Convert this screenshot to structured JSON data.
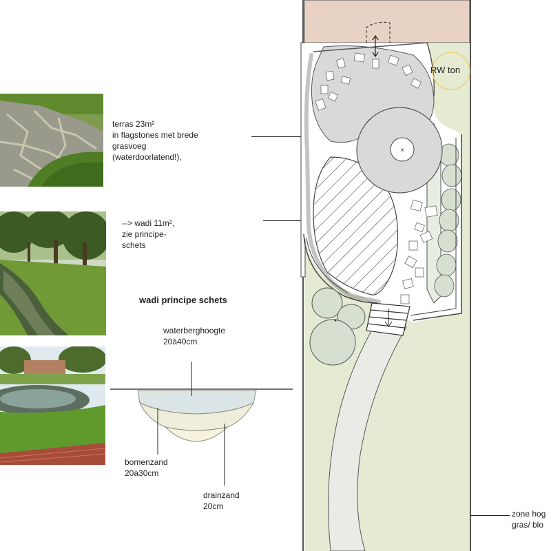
{
  "annotations": {
    "terrace": "terras 23m²\nin flagstones met brede\ngrasvoeg\n(waterdoorlatend!),",
    "wadi": "--> wadi 11m²,\nzie principe-\nschets",
    "sketch_title": "wadi principe schets",
    "waterberghoogte": "waterberghoogte\n20à40cm",
    "bomenzand": "bomenzand\n20à30cm",
    "drainzand": "drainzand\n20cm",
    "zone": "zone hog\ngras/ blo",
    "rw_ton": "RW ton"
  },
  "colors": {
    "street": "#e8d2c3",
    "lawn": "#e5ebd3",
    "terrace": "#d9d9d9",
    "path": "#e9ece6",
    "shrub": "#d6dfd0",
    "water": "#dce5e6",
    "bomenzand": "#efeedd",
    "drainzand": "#f6f2dd"
  },
  "photos": [
    {
      "name": "flagstone-terrace-photo"
    },
    {
      "name": "wadi-ditch-photo"
    },
    {
      "name": "pond-photo"
    }
  ]
}
